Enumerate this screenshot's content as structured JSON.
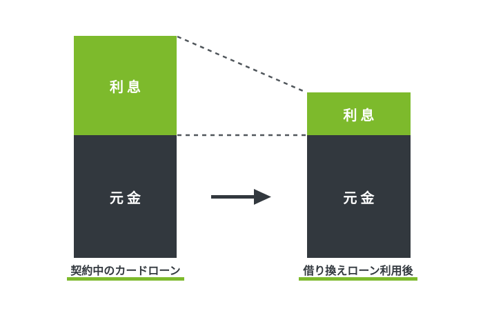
{
  "diagram": {
    "before": {
      "caption": "契約中のカードローン",
      "interest_label": "利息",
      "principal_label": "元金"
    },
    "after": {
      "caption": "借り換えローン利用後",
      "interest_label": "利息",
      "principal_label": "元金"
    },
    "colors": {
      "interest": "#7dba2c",
      "principal": "#32383e",
      "label_text": "#ffffff",
      "caption_text": "#32383e",
      "caption_highlight": "#7dba2c",
      "dashed_guide": "#50565b",
      "arrow": "#32383e",
      "background": "#ffffff"
    }
  },
  "chart_data": {
    "type": "bar",
    "subtype": "stacked-comparison-diagram",
    "categories": [
      "契約中のカードローン",
      "借り換えローン利用後"
    ],
    "series": [
      {
        "name": "元金",
        "values": [
          178,
          178
        ],
        "color": "#32383e"
      },
      {
        "name": "利息",
        "values": [
          144,
          62
        ],
        "color": "#7dba2c"
      }
    ],
    "value_unit": "illustrative relative heights (px); no numeric axis shown",
    "title": "",
    "xlabel": "",
    "ylabel": "",
    "legend_position": "none",
    "grid": false,
    "annotations": [
      "dashed guide line from top of left bar to top of right bar",
      "dashed guide line along shared 利息/元金 boundary between bars",
      "solid right-pointing arrow between the two bars"
    ]
  }
}
